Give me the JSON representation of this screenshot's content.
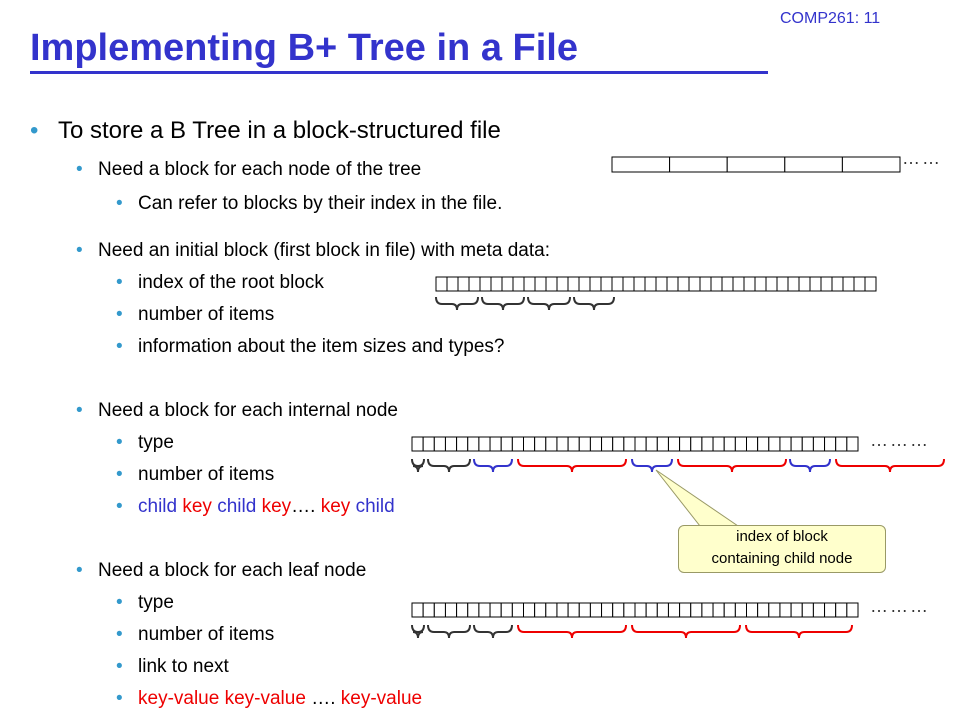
{
  "slide_number": "COMP261: 11",
  "title": "Implementing B+ Tree in a File",
  "lines": {
    "l01": "To store a B Tree in a block-structured file",
    "l02": "Need a block for each node of the tree",
    "l03": "Can refer to blocks by their index in the file.",
    "l04": "Need an initial block (first block in file) with meta data:",
    "l05": "index of the root block",
    "l06": "number of items",
    "l07": "information about the item sizes and types?",
    "l08": "Need a block for each internal node",
    "l09": "type",
    "l10": "number of items",
    "l11_child1": "child ",
    "l11_key1": "key ",
    "l11_child2": "child ",
    "l11_key2": "key",
    "l11_dots": "…. ",
    "l11_key3": "key ",
    "l11_child3": "child",
    "l12": "Need a block for each leaf node",
    "l13": "type",
    "l14": "number of items",
    "l15": "link to next",
    "l16_kv1": "key-value key-value ",
    "l16_dots": "…. ",
    "l16_kv2": "key-value"
  },
  "callout": {
    "line1": "index of block",
    "line2": "containing child node"
  },
  "ellipsis": {
    "file_blocks": "……",
    "internal_node": "………",
    "leaf_node": "………"
  },
  "colors": {
    "title": "#3333cc",
    "bullet": "#3399cc",
    "child": "#3333cc",
    "key": "#ee0000",
    "callout_bg": "#ffffcc"
  }
}
